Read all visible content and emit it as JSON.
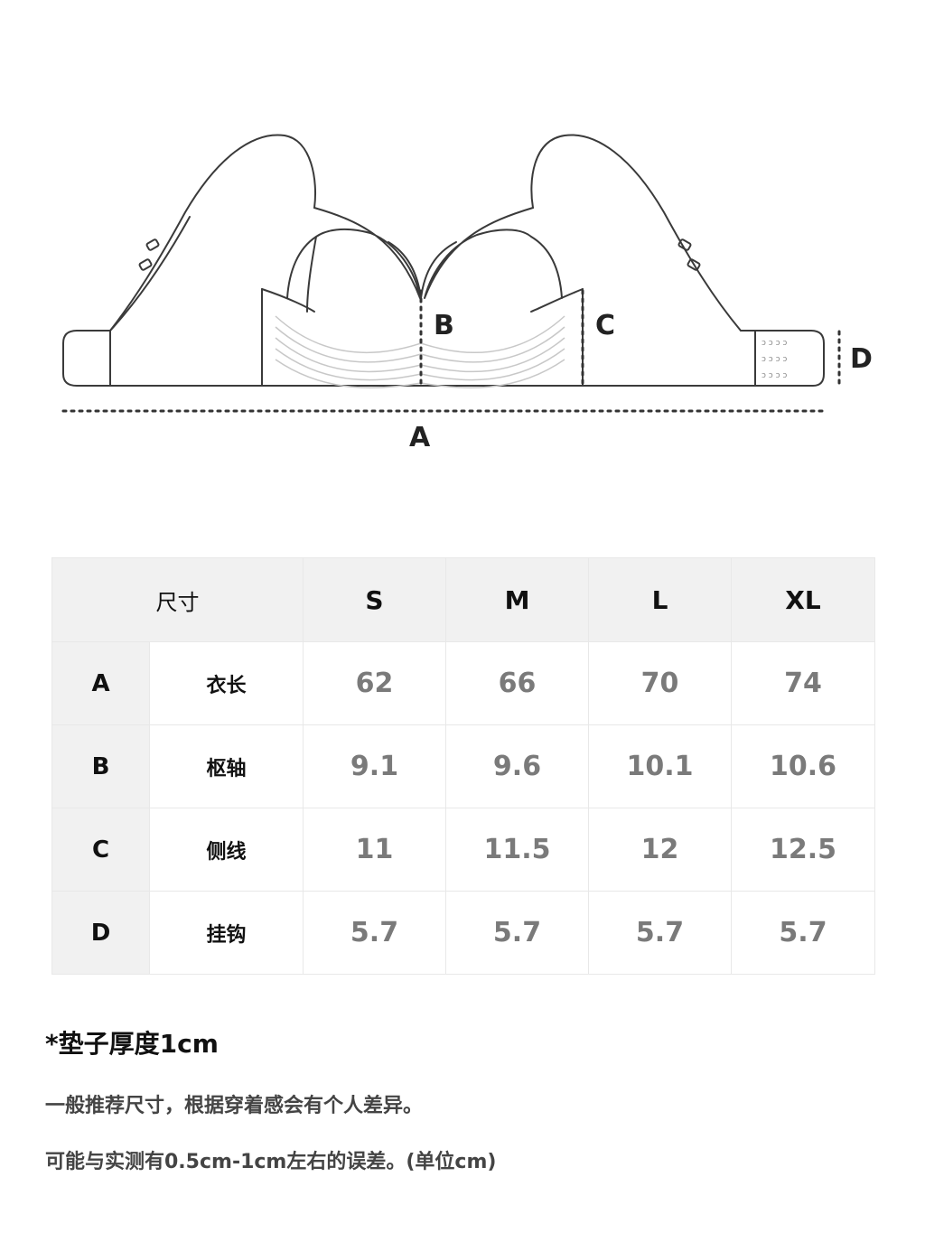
{
  "diagram": {
    "labels": {
      "a": "A",
      "b": "B",
      "c": "C",
      "d": "D"
    }
  },
  "table": {
    "header": {
      "corner": "尺寸",
      "sizes": [
        "S",
        "M",
        "L",
        "XL"
      ]
    },
    "rows": [
      {
        "code": "A",
        "name": "衣长",
        "values": [
          "62",
          "66",
          "70",
          "74"
        ]
      },
      {
        "code": "B",
        "name": "枢轴",
        "values": [
          "9.1",
          "9.6",
          "10.1",
          "10.6"
        ]
      },
      {
        "code": "C",
        "name": "侧线",
        "values": [
          "11",
          "11.5",
          "12",
          "12.5"
        ]
      },
      {
        "code": "D",
        "name": "挂钩",
        "values": [
          "5.7",
          "5.7",
          "5.7",
          "5.7"
        ]
      }
    ]
  },
  "notes": {
    "pad": "*垫子厚度1cm",
    "fit": "一般推荐尺寸，根据穿着感会有个人差异。",
    "tolerance": "可能与实测有0.5cm-1cm左右的误差。(单位cm)"
  }
}
